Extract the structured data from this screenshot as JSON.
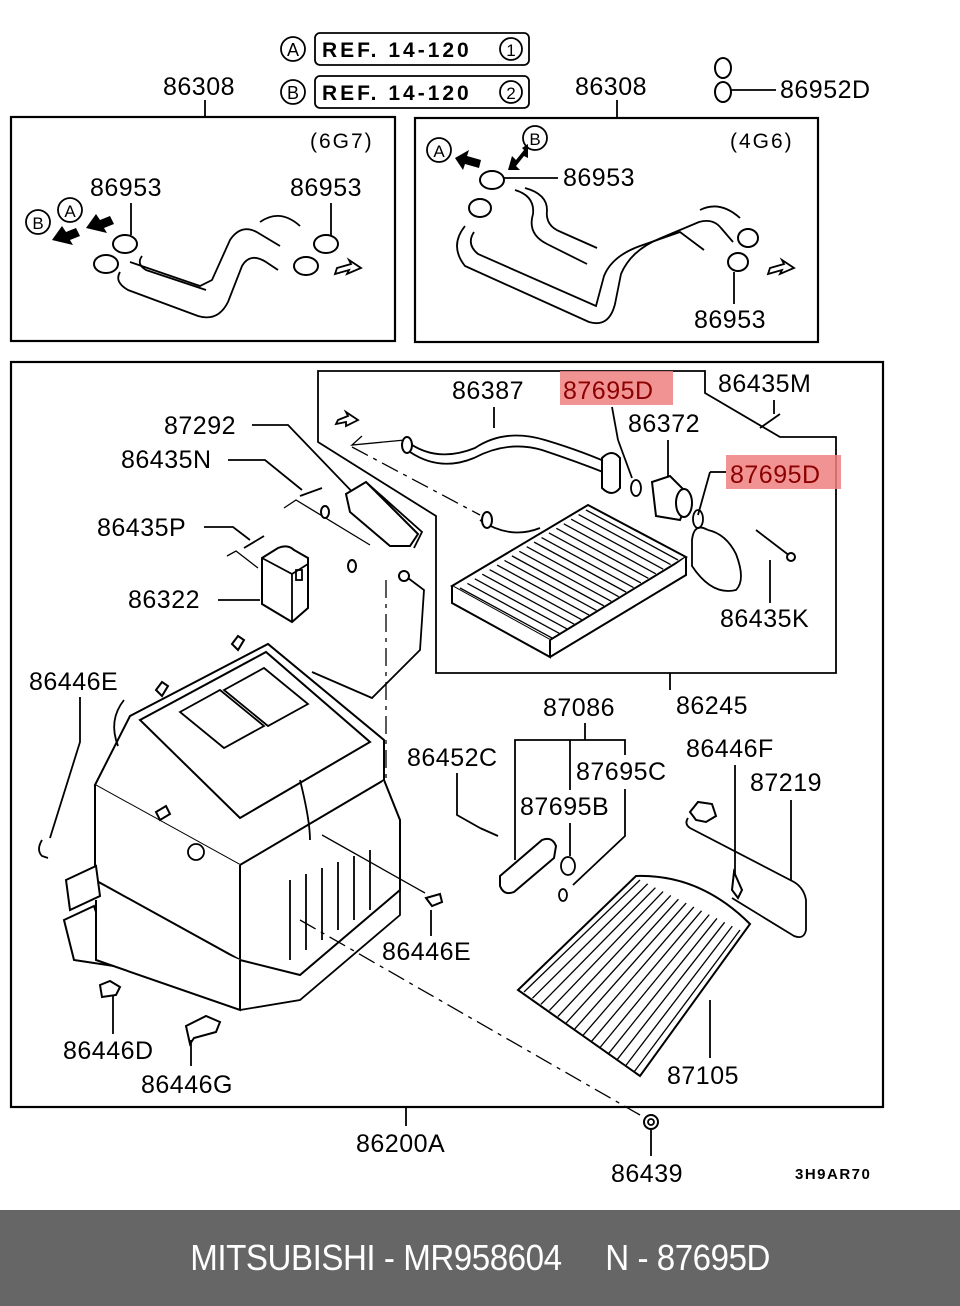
{
  "diagram": {
    "refs": [
      {
        "circle": "A",
        "text": "REF. 14-120",
        "num": "1"
      },
      {
        "circle": "B",
        "text": "REF. 14-120",
        "num": "2"
      }
    ],
    "engine_variants": [
      "(6G7)",
      "(4G6)"
    ],
    "drawing_code": "3H9AR70",
    "highlight_color": "#f08080",
    "parts": {
      "hose_assy_left": "86308",
      "hose_assy_right": "86308",
      "clip_ring": "86952D",
      "clamp_6g7_a": "86953",
      "clamp_6g7_b": "86953",
      "clamp_4g6_a": "86953",
      "clamp_4g6_b": "86953",
      "pipe": "86387",
      "o_ring_1": "87695D",
      "o_ring_2": "87695D",
      "joint": "86372",
      "screw_m": "86435M",
      "bolt_k": "86435K",
      "heater_core": "86245",
      "actuator_bracket": "87292",
      "screw_n": "86435N",
      "screw_p": "86435P",
      "actuator": "86322",
      "clip_e_left": "86446E",
      "clip_e_right": "86446E",
      "clip_d": "86446D",
      "clip_g": "86446G",
      "expansion_valve": "87086",
      "screw_c": "86452C",
      "o_ring_c": "87695C",
      "o_ring_b": "87695B",
      "clip_f": "86446F",
      "sensor": "87219",
      "evaporator": "87105",
      "heater_unit": "86200A",
      "nut": "86439"
    }
  },
  "footer": {
    "text": "MITSUBISHI - MR958604     N - 87695D",
    "background": "#666666"
  }
}
